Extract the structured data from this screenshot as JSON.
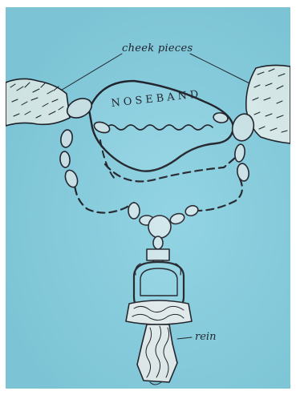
{
  "labels": {
    "cheek_pieces": "cheek pieces",
    "noseband": "NOSEBAND",
    "rein": "rein"
  },
  "colors": {
    "paper": "#86cfe0",
    "ink": "#1a1a22",
    "fleece": "#dff0ee",
    "metal": "#cfe6ea"
  },
  "icons": [
    "fleece-cheek-piece",
    "chain",
    "noseband-strap",
    "ring",
    "swivel",
    "rope-rein"
  ]
}
